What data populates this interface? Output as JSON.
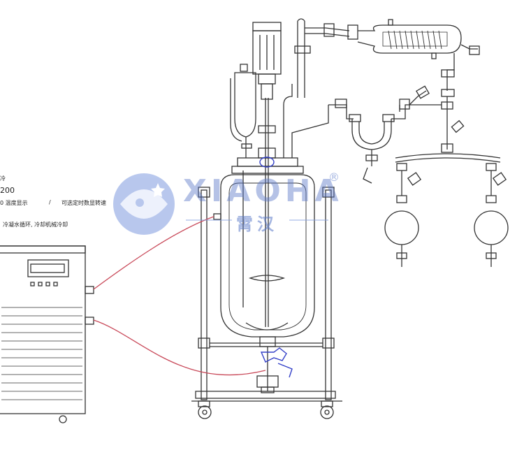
{
  "watermark": {
    "brand_en": "XIAOHA",
    "brand_cn": "霄汉",
    "registered_mark": "®",
    "color": "#6f8fd6"
  },
  "chiller_labels": {
    "line1": "冷",
    "line2": "200",
    "line3": "0 温度显示",
    "line3b": "/",
    "line3c": "可选定时数显转速",
    "line4": "冷凝水循环, 冷却机械冷却"
  },
  "colors": {
    "line": "#333333",
    "tube": "#c94a5a",
    "valve": "#3340c8"
  }
}
